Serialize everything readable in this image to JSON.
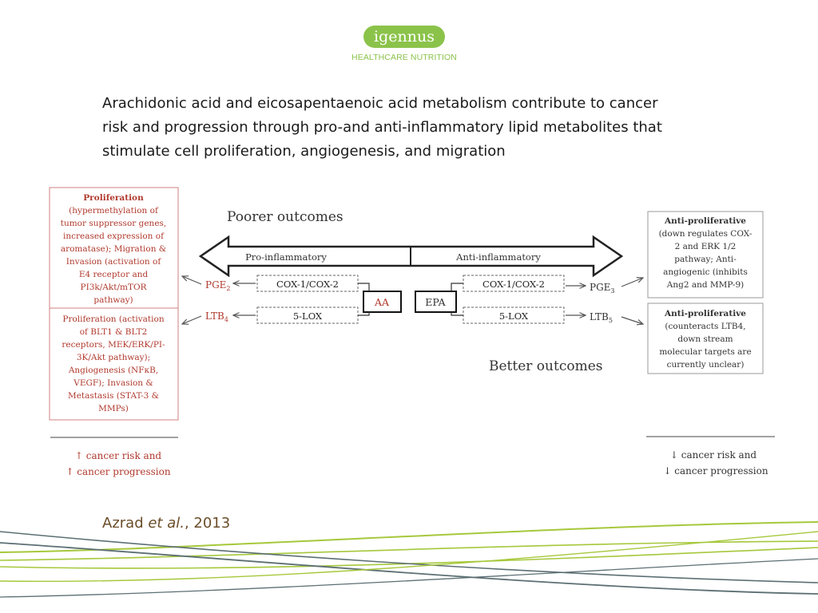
{
  "logo": {
    "name": "igennus",
    "tagline": "HEALTHCARE NUTRITION"
  },
  "title_lines": [
    "Arachidonic acid and eicosapentaenoic acid metabolism contribute to cancer",
    "risk and progression through pro-and anti-inflammatory lipid metabolites that",
    "stimulate cell proliferation, angiogenesis, and migration"
  ],
  "citation": {
    "author": "Azrad ",
    "etal": "et al.",
    "year": ", 2013"
  },
  "diagram": {
    "poorer": "Poorer outcomes",
    "better": "Better outcomes",
    "pro": "Pro-inflammatory",
    "anti": "Anti-inflammatory",
    "aa": "AA",
    "epa": "EPA",
    "cox_left": "COX-1/COX-2",
    "cox_right": "COX-1/COX-2",
    "lox_left": "5-LOX",
    "lox_right": "5-LOX",
    "pge2": "PGE",
    "pge2_sub": "2",
    "ltb4": "LTB",
    "ltb4_sub": "4",
    "pge3": "PGE",
    "pge3_sub": "3",
    "ltb5": "LTB",
    "ltb5_sub": "5",
    "left_top": [
      "Proliferation",
      "(hypermethylation of",
      "tumor suppressor genes,",
      "increased expression of",
      "aromatase); Migration &",
      "Invasion (activation of",
      "E4 receptor and",
      "PI3k/Akt/mTOR",
      "pathway)"
    ],
    "left_bottom": [
      "Proliferation (activation",
      "of BLT1 & BLT2",
      "receptors, MEK/ERK/PI-",
      "3K/Akt pathway);",
      "Angiogenesis (NFκB,",
      "VEGF); Invasion &",
      "Metastasis (STAT-3 &",
      "MMPs)"
    ],
    "right_top": [
      "Anti-proliferative",
      "(down regulates COX-",
      "2 and ERK 1/2",
      "pathway; Anti-",
      "angiogenic (inhibits",
      "Ang2 and MMP-9)"
    ],
    "right_bottom": [
      "Anti-proliferative",
      "(counteracts LTB4,",
      "down stream",
      "molecular targets are",
      "currently unclear)"
    ],
    "left_footer": [
      "↑ cancer risk and",
      "↑ cancer progression"
    ],
    "right_footer": [
      "↓ cancer risk and",
      "↓ cancer progression"
    ]
  },
  "colors": {
    "brand_green": "#8bc34a",
    "diagram_red": "#c0392b",
    "swoosh_green": "#a6c83b",
    "swoosh_slate": "#5c6f73"
  }
}
